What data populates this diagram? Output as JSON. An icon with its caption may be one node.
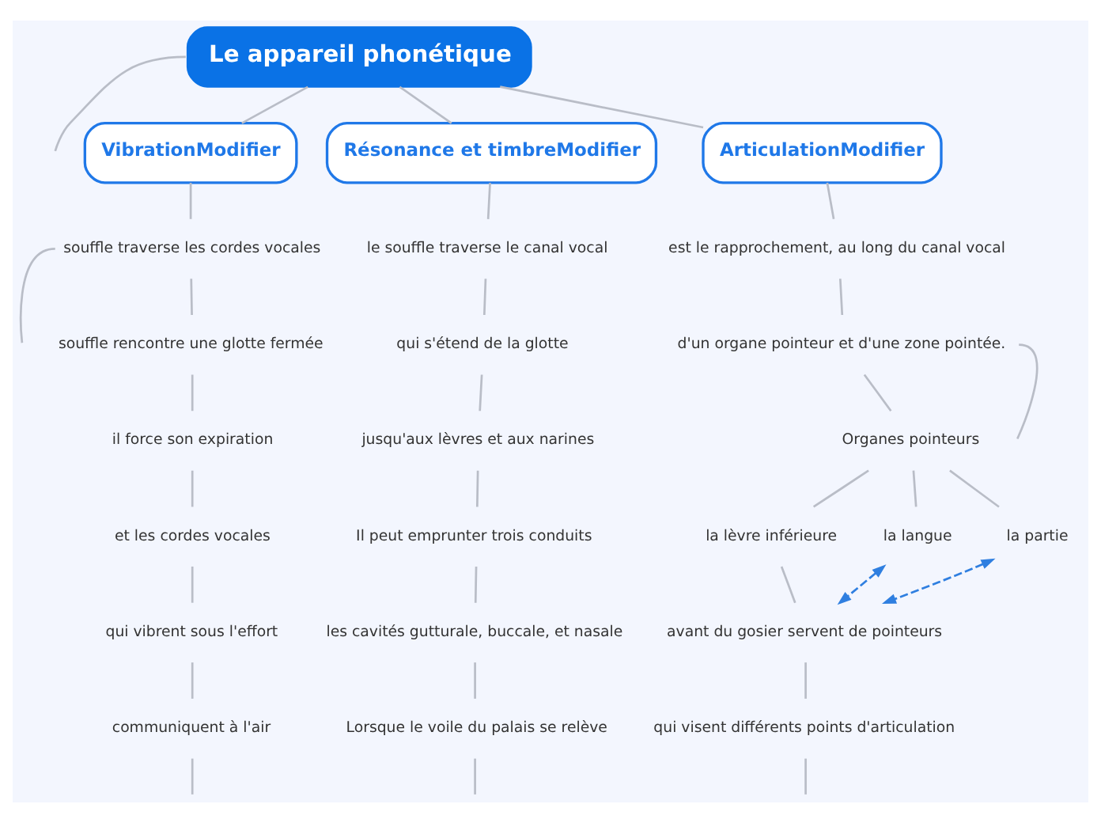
{
  "diagram": {
    "nodes": [
      {
        "text": [
          "Le appareil phonétique"
        ]
      },
      {
        "text": [
          "VibrationModifier"
        ]
      },
      {
        "text": [
          "Résonance et timbreModifier"
        ]
      },
      {
        "text": [
          "ArticulationModifier"
        ]
      },
      {
        "text": [
          "souffle traverse les cordes vocales"
        ]
      },
      {
        "text": [
          "souffle rencontre une glotte fermée"
        ]
      },
      {
        "text": [
          "il force son expiration"
        ]
      },
      {
        "text": [
          "et les cordes vocales"
        ]
      },
      {
        "text": [
          "qui vibrent sous l'effort"
        ]
      },
      {
        "text": [
          "communiquent à l'air"
        ]
      },
      {
        "text": [
          "le souffle traverse le canal vocal"
        ]
      },
      {
        "text": [
          "qui s'étend de la glotte"
        ]
      },
      {
        "text": [
          "jusqu'aux lèvres et aux narines"
        ]
      },
      {
        "text": [
          "Il peut emprunter trois conduits"
        ]
      },
      {
        "text": [
          "les cavités gutturale, buccale, et nasale"
        ]
      },
      {
        "text": [
          "Lorsque le voile du palais se relève"
        ]
      },
      {
        "text": [
          "est le rapprochement, au long du canal vocal"
        ]
      },
      {
        "text": [
          "d'un organe pointeur et d'une zone pointée."
        ]
      },
      {
        "text": [
          "Organes pointeurs"
        ]
      },
      {
        "text": [
          "la lèvre inférieure"
        ]
      },
      {
        "text": [
          "la langue"
        ]
      },
      {
        "text": [
          "la partie"
        ]
      },
      {
        "text": [
          "avant du gosier servent de pointeurs"
        ]
      },
      {
        "text": [
          "qui visent différents points d'articulation"
        ]
      }
    ],
    "edges": [
      {
        "from": 0,
        "to": 1,
        "arrow": "none"
      },
      {
        "from": 0,
        "to": 2,
        "arrow": "none"
      },
      {
        "from": 0,
        "to": 3,
        "arrow": "none"
      },
      {
        "from": 1,
        "to": 4,
        "arrow": "none"
      },
      {
        "from": 4,
        "to": 5,
        "arrow": "none"
      },
      {
        "from": 5,
        "to": 6,
        "arrow": "none"
      },
      {
        "from": 6,
        "to": 7,
        "arrow": "none"
      },
      {
        "from": 7,
        "to": 8,
        "arrow": "none"
      },
      {
        "from": 8,
        "to": 9,
        "arrow": "none"
      },
      {
        "from": 2,
        "to": 10,
        "arrow": "none"
      },
      {
        "from": 10,
        "to": 11,
        "arrow": "none"
      },
      {
        "from": 11,
        "to": 12,
        "arrow": "none"
      },
      {
        "from": 12,
        "to": 13,
        "arrow": "none"
      },
      {
        "from": 13,
        "to": 14,
        "arrow": "none"
      },
      {
        "from": 14,
        "to": 15,
        "arrow": "none"
      },
      {
        "from": 3,
        "to": 16,
        "arrow": "none"
      },
      {
        "from": 16,
        "to": 17,
        "arrow": "none"
      },
      {
        "from": 17,
        "to": 18,
        "arrow": "none"
      },
      {
        "from": 18,
        "to": 19,
        "arrow": "none"
      },
      {
        "from": 18,
        "to": 20,
        "arrow": "none"
      },
      {
        "from": 18,
        "to": 21,
        "arrow": "none"
      },
      {
        "from": 19,
        "to": 22,
        "arrow": "none"
      },
      {
        "from": 22,
        "to": 23,
        "arrow": "none"
      },
      {
        "from": 20,
        "to": 22,
        "arrow": "both",
        "style": "dashed",
        "color": "#2f7fe0"
      },
      {
        "from": 21,
        "to": 22,
        "arrow": "both",
        "style": "dashed",
        "color": "#2f7fe0"
      },
      {
        "from": 0,
        "to": null,
        "arrow": "none"
      },
      {
        "from": 4,
        "to": null,
        "arrow": "none"
      },
      {
        "from": 9,
        "to": null,
        "arrow": "none"
      },
      {
        "from": 15,
        "to": null,
        "arrow": "none"
      },
      {
        "from": 17,
        "to": null,
        "arrow": "none"
      },
      {
        "from": 23,
        "to": null,
        "arrow": "none"
      }
    ]
  }
}
